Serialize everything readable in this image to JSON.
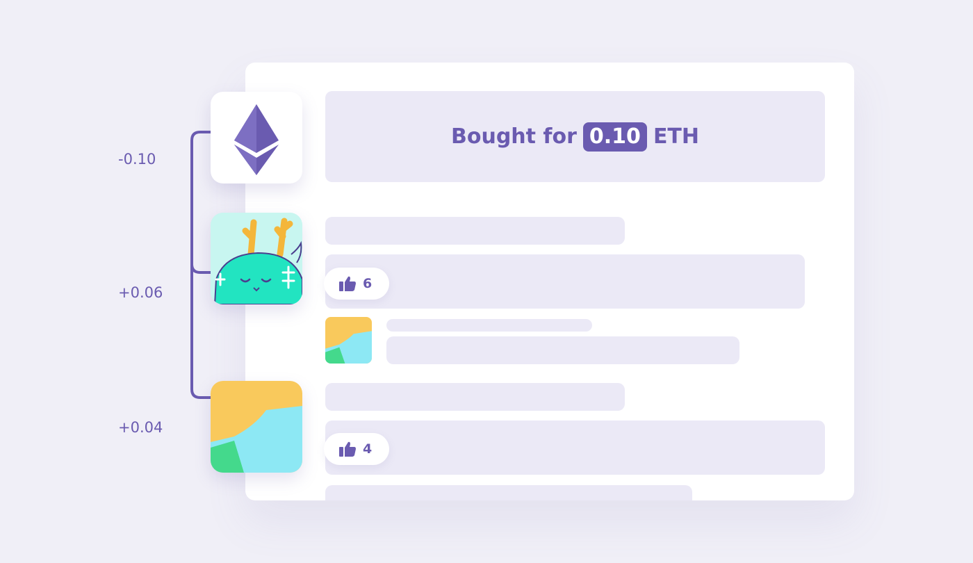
{
  "deltas": [
    "-0.10",
    "+0.06",
    "+0.04"
  ],
  "banner": {
    "prefix": "Bought for",
    "amount": "0.10",
    "unit": "ETH"
  },
  "likes": [
    {
      "count": "6"
    },
    {
      "count": "4"
    }
  ],
  "colors": {
    "accent": "#6a5bb0",
    "placeholder": "#ebe9f6",
    "background": "#f0eff7"
  },
  "icons": [
    "ethereum-icon",
    "dragon-avatar-icon",
    "abstract-art-icon",
    "thumbs-up-icon"
  ]
}
